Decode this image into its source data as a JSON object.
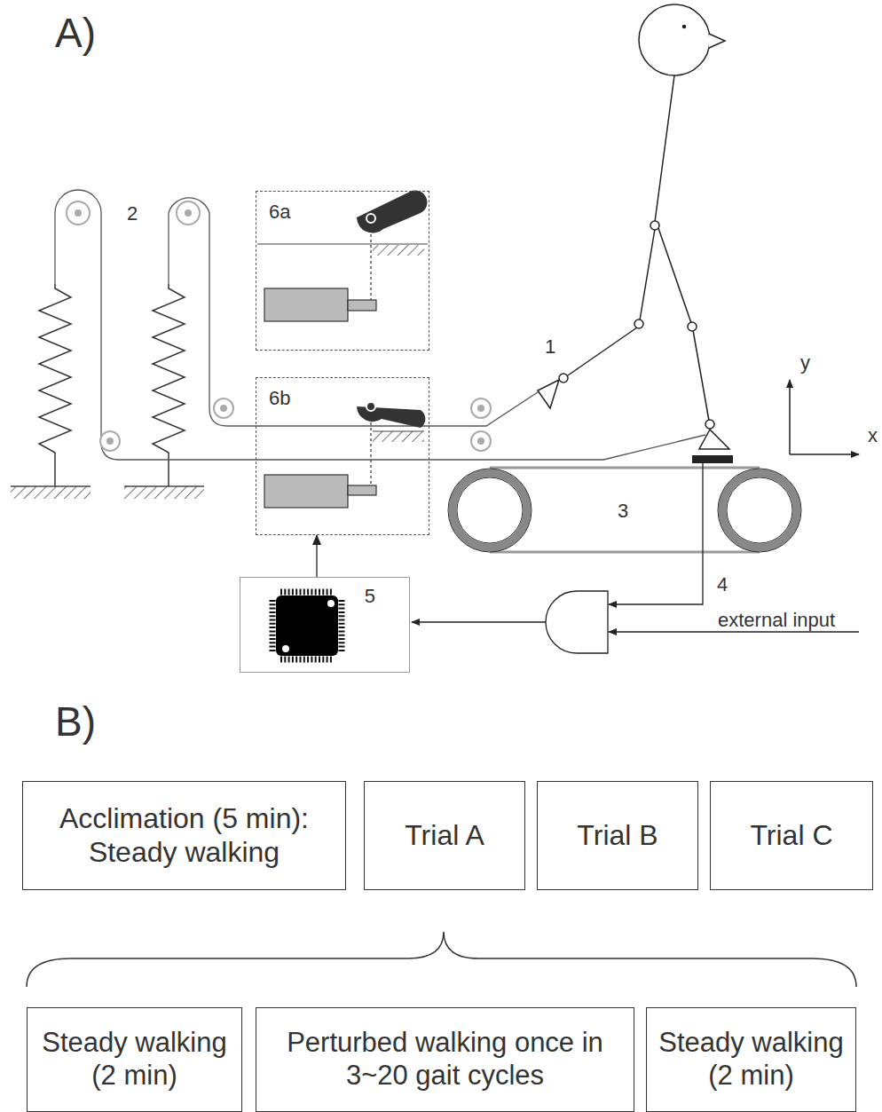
{
  "diagram": {
    "nodes": [
      {
        "text": [
          "6a"
        ]
      },
      {
        "text": [
          "6b"
        ]
      },
      {
        "text": [
          "5"
        ]
      },
      {
        "text": [
          "Acclimation (5 min): Steady walking"
        ]
      },
      {
        "text": [
          "Trial A"
        ]
      },
      {
        "text": [
          "Trial B"
        ]
      },
      {
        "text": [
          "Trial C"
        ]
      },
      {
        "text": [
          "Steady walking (2 min)"
        ]
      },
      {
        "text": [
          "Perturbed walking once in 3~20 gait cycles"
        ]
      },
      {
        "text": [
          "Steady walking (2 min)"
        ]
      }
    ],
    "edges": [
      {
        "from": 2,
        "to": 1,
        "arrow": "to"
      }
    ],
    "labels": [
      "A)",
      "1",
      "2",
      "3",
      "4",
      "external input",
      "y",
      "x",
      "B)"
    ]
  }
}
